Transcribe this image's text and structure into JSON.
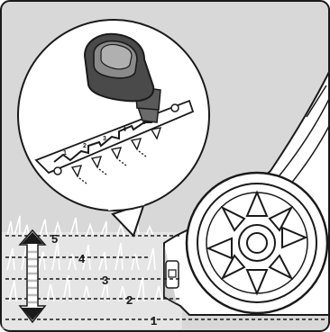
{
  "illustration": {
    "subject": "lawn-mower-cutting-height-adjustment",
    "icons": [
      "height-lever-icon",
      "mower-wheel-icon",
      "double-arrow-icon",
      "grass-icon"
    ]
  },
  "inset_slots": {
    "labels": [
      "1",
      "2",
      "3",
      "4",
      "5"
    ]
  },
  "height_levels": {
    "labels": [
      "1",
      "2",
      "3",
      "4",
      "5"
    ]
  },
  "colors": {
    "background_gray": "#d8d8d8",
    "line_dark": "#1a1a1a",
    "handle_dark": "#4a4a4a",
    "inset_fill": "#ffffff"
  }
}
